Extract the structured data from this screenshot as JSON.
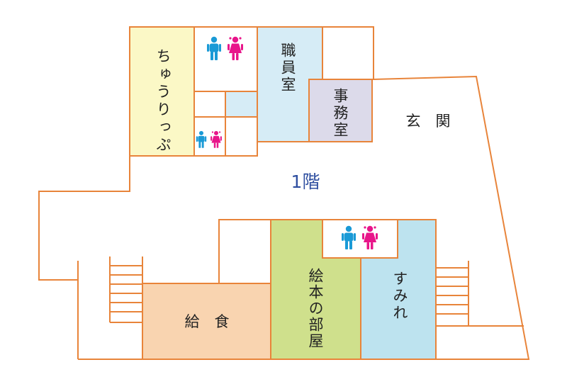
{
  "floor_label": "1階",
  "rooms": {
    "churippu": "ちゅうりっぷ",
    "shokuinshitsu": "職員室",
    "jimushitsu": "事務室",
    "genkan": "玄　関",
    "kyushoku": "給　食",
    "ehon_no_heya": "絵本の部屋",
    "sumire": "すみれ"
  },
  "restroom_icon": "restroom-icon",
  "colors": {
    "wall": "#e8843a",
    "churippu": "#fbf8c6",
    "shokuinshitsu": "#d6ecf6",
    "jimushitsu": "#dcdaea",
    "kyushoku": "#f9d4b0",
    "ehon_no_heya": "#cfe08c",
    "sumire": "#bde3ef",
    "male_figure": "#1a9ad6",
    "female_figure": "#e8158a",
    "floor_label": "#2f4fa0"
  }
}
